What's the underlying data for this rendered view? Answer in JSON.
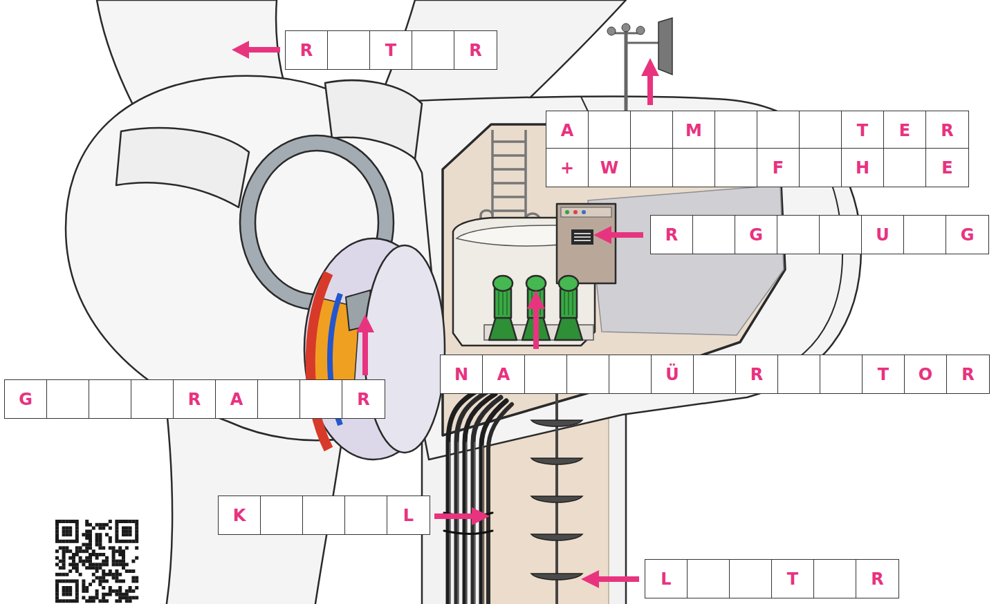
{
  "diagram": {
    "nodes": [
      {
        "text": [
          "R",
          "T",
          "R"
        ]
      },
      {
        "text": [
          "A",
          "M",
          "T",
          "E",
          "R"
        ]
      },
      {
        "text": [
          "+",
          "W",
          "F",
          "H",
          "E"
        ]
      },
      {
        "text": [
          "R",
          "G",
          "U",
          "G"
        ]
      },
      {
        "text": [
          "N",
          "A",
          "Ü",
          "R",
          "T",
          "O",
          "R"
        ]
      },
      {
        "text": [
          "G",
          "R",
          "A",
          "R"
        ]
      },
      {
        "text": [
          "K",
          "L"
        ]
      },
      {
        "text": [
          "L",
          "T",
          "R"
        ]
      }
    ]
  }
}
